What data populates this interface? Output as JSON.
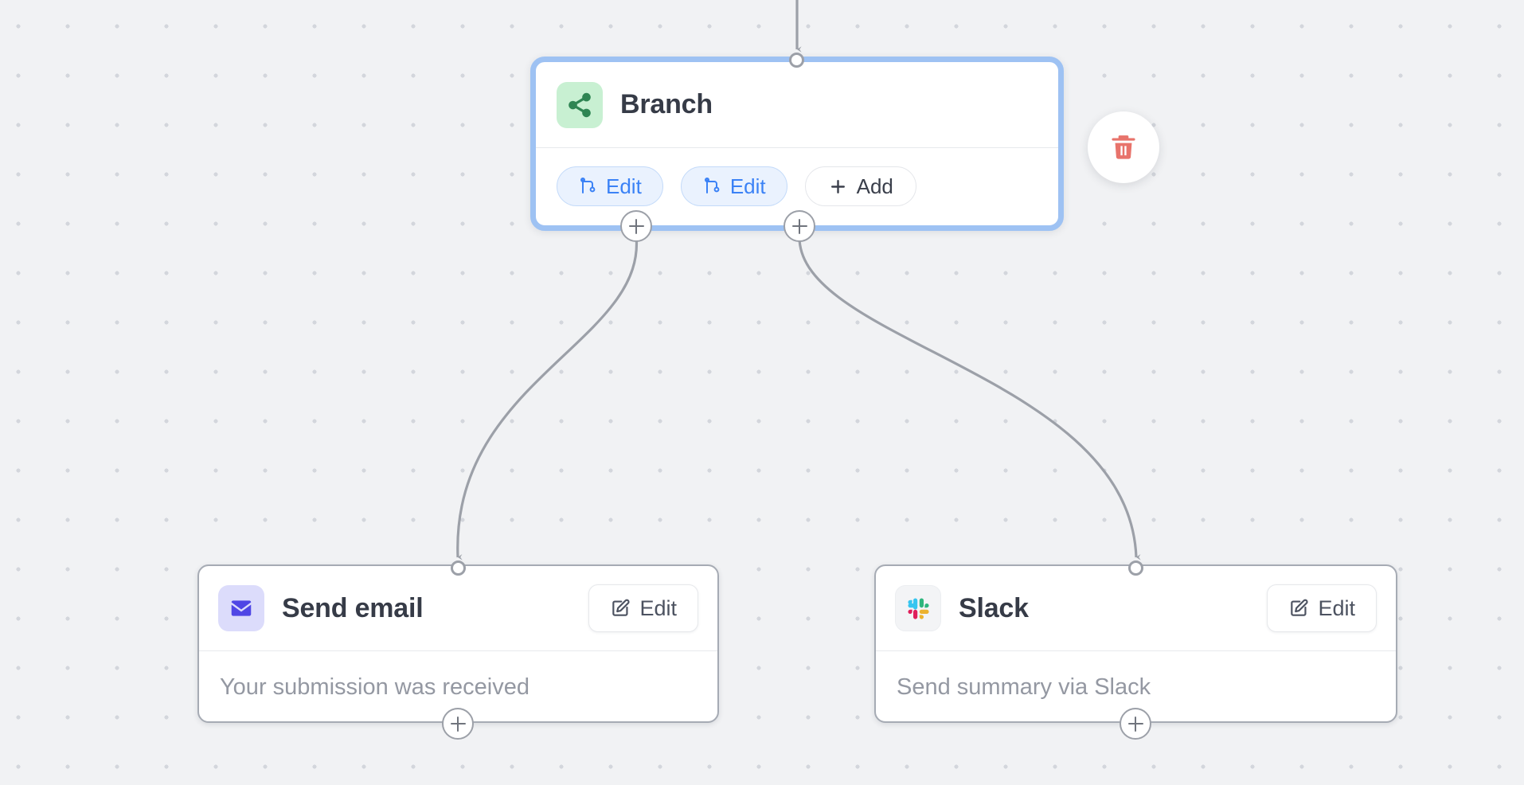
{
  "canvas": {
    "background_color": "#f1f2f4",
    "dot_color": "#d3d6dc",
    "edge_color": "#9ca0a8"
  },
  "nodes": [
    {
      "id": "branch",
      "title": "Branch",
      "icon": "share-nodes-icon",
      "icon_tile_color": "#c8f0d2",
      "icon_color": "#2f8553",
      "selected": true,
      "selection_color": "#9ec2f3",
      "buttons": [
        {
          "label": "Edit",
          "icon": "git-branch-icon",
          "style": "branch-edit"
        },
        {
          "label": "Edit",
          "icon": "git-branch-icon",
          "style": "branch-edit"
        },
        {
          "label": "Add",
          "icon": "plus-icon",
          "style": "branch-add"
        }
      ]
    },
    {
      "id": "email",
      "title": "Send email",
      "subtitle": "Your submission was received",
      "icon": "envelope-icon",
      "icon_tile_color": "#dcdcfb",
      "icon_color": "#4f46e5",
      "edit_label": "Edit",
      "edit_icon": "square-pen-icon"
    },
    {
      "id": "slack",
      "title": "Slack",
      "subtitle": "Send summary via Slack",
      "icon": "slack-logo-icon",
      "icon_tile_color": "#f3f4f6",
      "edit_label": "Edit",
      "edit_icon": "square-pen-icon"
    }
  ],
  "toolbar": {
    "delete_icon": "trash-icon",
    "delete_color": "#e8736b"
  },
  "handles": {
    "add_icon": "plus-icon"
  }
}
